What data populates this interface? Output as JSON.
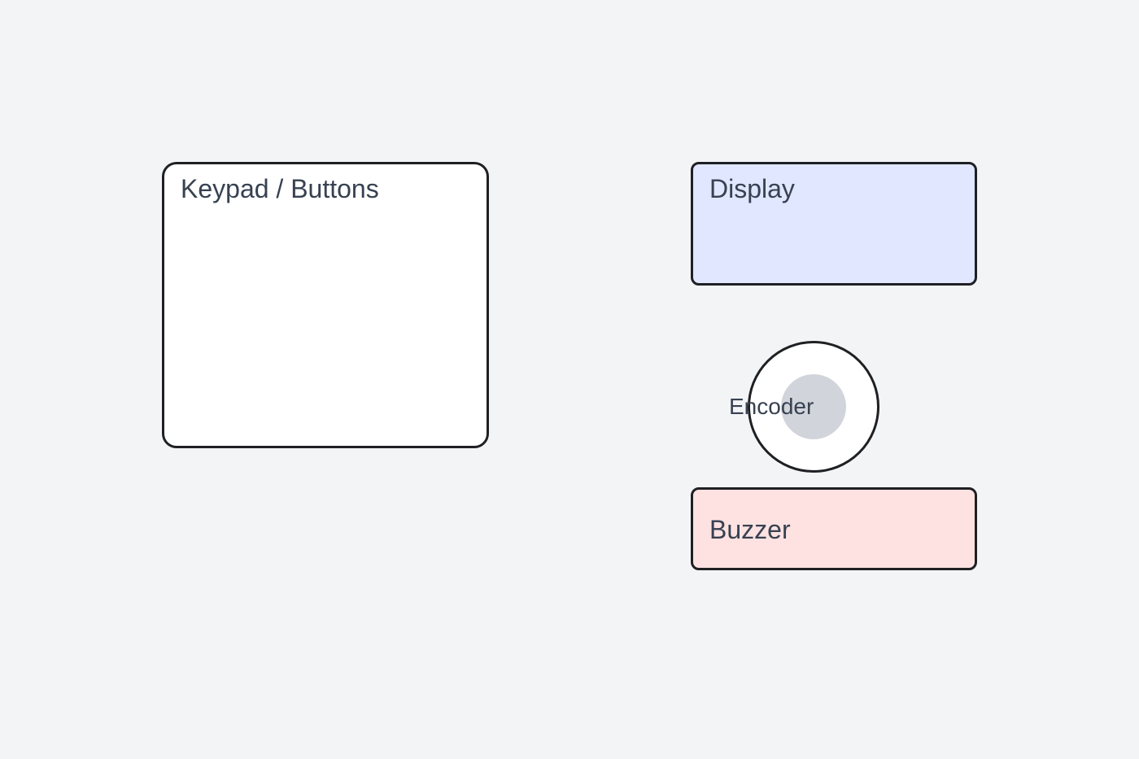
{
  "diagram": {
    "keypad": {
      "label": "Keypad / Buttons",
      "fill": "#ffffff"
    },
    "display": {
      "label": "Display",
      "fill": "#e0e7ff"
    },
    "encoder": {
      "label": "Encoder",
      "fill": "#ffffff",
      "knob_fill": "#d1d5db"
    },
    "buzzer": {
      "label": "Buzzer",
      "fill": "#fee2e2"
    }
  },
  "colors": {
    "background": "#f3f4f6",
    "stroke": "#1f2023",
    "text": "#374151"
  }
}
